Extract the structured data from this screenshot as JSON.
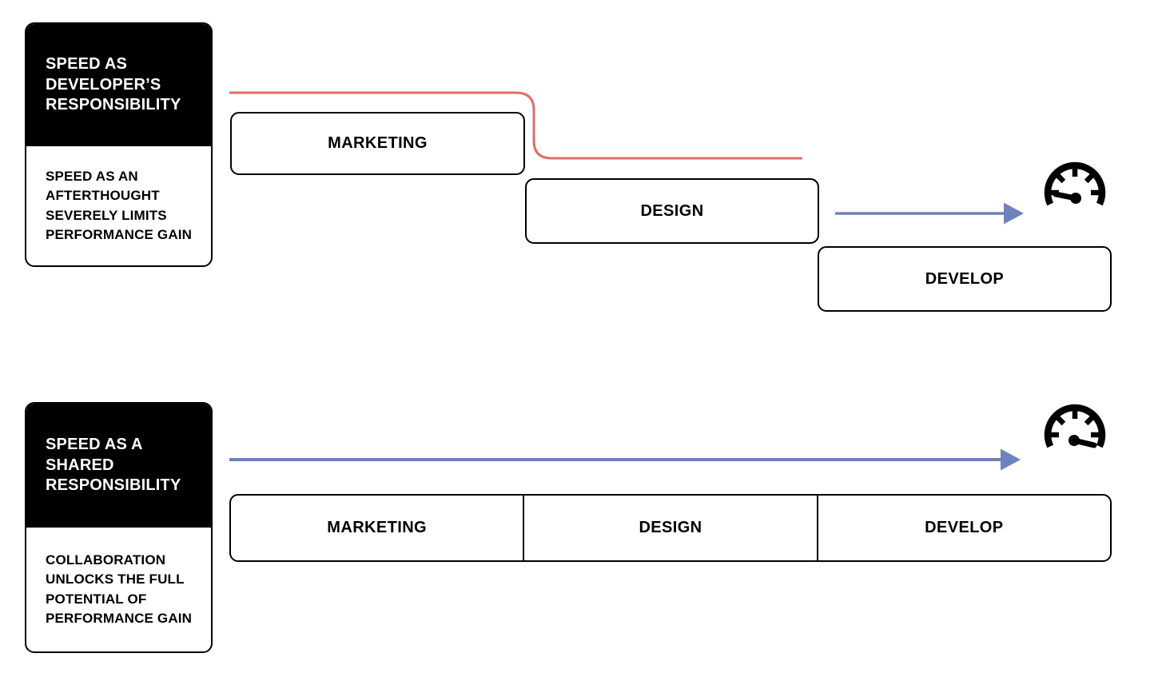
{
  "top_section": {
    "card": {
      "title": "SPEED AS\nDEVELOPER’S\nRESPONSIBILITY",
      "subtitle": "SPEED AS AN\nAFTERTHOUGHT\nSEVERELY LIMITS\nPERFORMANCE GAIN"
    },
    "phases": [
      {
        "label": "MARKETING"
      },
      {
        "label": "DESIGN"
      },
      {
        "label": "DEVELOP"
      }
    ],
    "speedometer": {
      "icon": "speedometer-low-icon",
      "state": "low"
    }
  },
  "bottom_section": {
    "card": {
      "title": "SPEED AS A\nSHARED\nRESPONSIBILITY",
      "subtitle": "COLLABORATION\nUNLOCKS THE FULL\nPOTENTIAL OF\nPERFORMANCE GAIN"
    },
    "phases": [
      {
        "label": "MARKETING"
      },
      {
        "label": "DESIGN"
      },
      {
        "label": "DEVELOP"
      }
    ],
    "speedometer": {
      "icon": "speedometer-high-icon",
      "state": "high"
    }
  },
  "colors": {
    "delay_line_red": "#e06c6c",
    "speed_arrow_blue": "#6e82bd",
    "ink": "#000000"
  }
}
